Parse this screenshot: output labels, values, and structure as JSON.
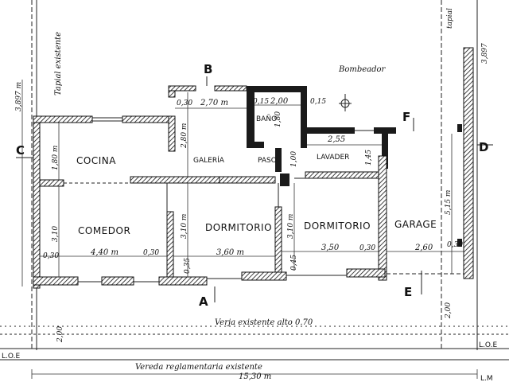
{
  "rooms": {
    "cocina": "COCINA",
    "comedor": "COMEDOR",
    "galeria": "GALERÍA",
    "paso": "PASO",
    "lavadero": "LAVADER",
    "bano": "BAÑO",
    "dormitorio_1": "DORMITORIO",
    "dormitorio_2": "DORMITORIO",
    "garage": "GARAGE"
  },
  "axes": {
    "a": "A",
    "b": "B",
    "c": "C",
    "d": "D",
    "e": "E",
    "f": "F"
  },
  "labels": {
    "bombeador": "Bombeador",
    "tapial_left": "Tapial existente",
    "tapial_right": "tapial",
    "verja": "Verja existente alto 0.70",
    "vereda": "Vereda reglamentaria existente",
    "loe_left": "L.O.E",
    "loe_right": "L.O.E",
    "lm": "L.M"
  },
  "dimensions": {
    "d_270": "2,70 m",
    "d_200": "2,00",
    "d_255": "2,55",
    "d_440": "4,40 m",
    "d_360": "3,60 m",
    "d_350": "3,50",
    "d_260": "2,60",
    "d_030_a": "0,30",
    "d_030_b": "0,30",
    "d_030_c": "0,30",
    "d_030_d": "0,30",
    "d_030_e": "0,30",
    "d_015_a": "0,15",
    "d_015_b": "0,15",
    "d_180_cocina": "1,80 m",
    "d_310_comedor": "3,10",
    "d_280": "2,80 m",
    "d_310_dorm1": "3,10 m",
    "d_310_dorm2": "3,10 m",
    "d_180_bano": "1,80",
    "d_145": "1,45",
    "d_100": "1,00",
    "d_515": "5,15 m",
    "d_200_front": "2,00",
    "d_200_right": "2,00",
    "d_3897": "3,897 m",
    "d_3897_right": "3,897",
    "d_1530": "15,30 m",
    "d_035": "0,35",
    "d_045": "0,45"
  }
}
